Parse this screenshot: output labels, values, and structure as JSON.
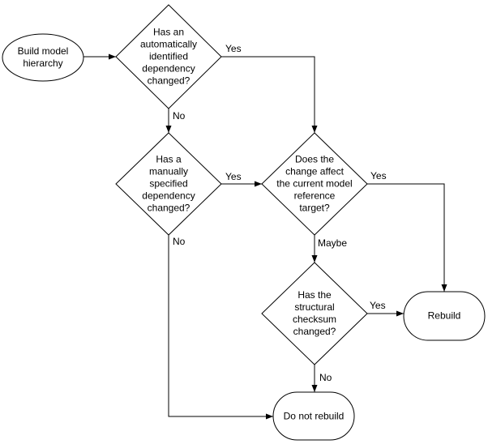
{
  "diagram": {
    "background_color": "#ffffff",
    "stroke_color": "#000000",
    "text_color": "#000000",
    "nodes": {
      "start": {
        "shape": "ellipse",
        "label": "Build model\nhierarchy"
      },
      "auto_dependency": {
        "shape": "diamond",
        "label": "Has an\nautomatically\nidentified\ndependency\nchanged?"
      },
      "manual_dependency": {
        "shape": "diamond",
        "label": "Has a\nmanually\nspecified\ndependency\nchanged?"
      },
      "affects_target": {
        "shape": "diamond",
        "label": "Does the\nchange affect\nthe current model\nreference\ntarget?"
      },
      "structural_checksum": {
        "shape": "diamond",
        "label": "Has the\nstructural\nchecksum\nchanged?"
      },
      "rebuild": {
        "shape": "stadium",
        "label": "Rebuild"
      },
      "do_not_rebuild": {
        "shape": "stadium",
        "label": "Do not rebuild"
      }
    },
    "edge_labels": {
      "auto_yes": "Yes",
      "auto_no": "No",
      "manual_yes": "Yes",
      "manual_no": "No",
      "affects_yes": "Yes",
      "affects_maybe": "Maybe",
      "checksum_yes": "Yes",
      "checksum_no": "No"
    }
  }
}
